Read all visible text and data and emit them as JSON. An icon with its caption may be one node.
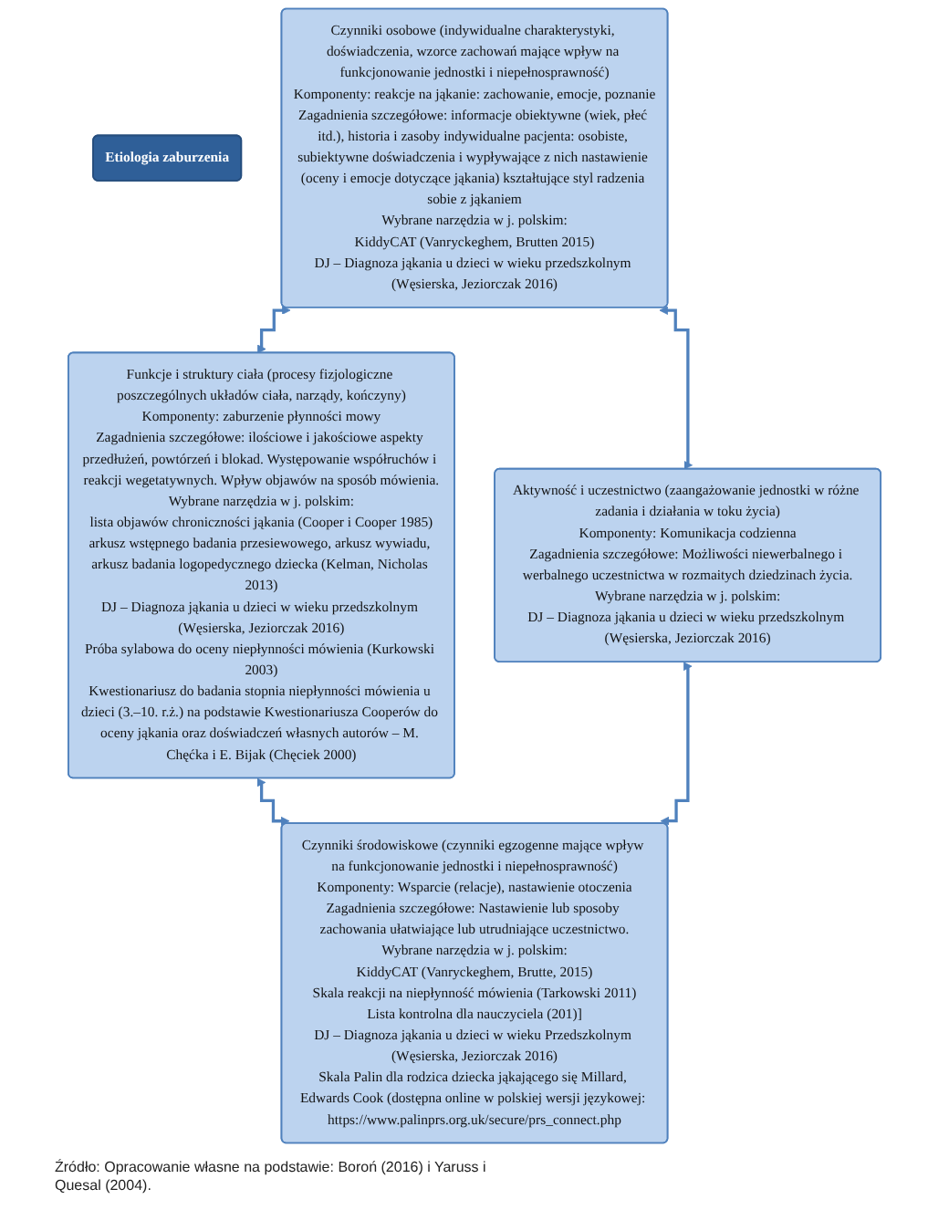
{
  "diagram": {
    "nodes": [
      {
        "text": [
          "Etiologia zaburzenia"
        ]
      },
      {
        "text": [
          "Funkcje i struktury ciała (procesy fizjologiczne poszczególnych układów ciała, narządy, kończyny)",
          "Komponenty: zaburzenie płynności mowy",
          "Zagadnienia szczegółowe: ilościowe i jakościowe aspekty przedłużeń, powtórzeń i blokad. Występowanie współruchów i reakcji wegetatywnych. Wpływ objawów na sposób mówienia.",
          "Wybrane narzędzia w j. polskim:",
          "lista objawów chroniczności jąkania (Cooper i Cooper 1985)",
          "arkusz wstępnego badania przesiewowego, arkusz wywiadu, arkusz badania logopedycznego dziecka (Kelman, Nicholas 2013)",
          "DJ – Diagnoza jąkania u dzieci w wieku przedszkolnym (Węsierska, Jeziorczak 2016)",
          "Próba sylabowa do oceny niepłynności mówienia (Kurkowski 2003)",
          "Kwestionariusz do badania stopnia niepłynności mówienia u dzieci (3.–10. r.ż.) na podstawie Kwestionariusza Cooperów do oceny jąkania oraz doświadczeń własnych autorów – M. Chęćka i E. Bijak (Chęciek 2000)"
        ]
      },
      {
        "text": [
          "Czynniki osobowe (indywidualne charakterystyki, doświadczenia, wzorce zachowań mające wpływ na funkcjonowanie jednostki i niepełnosprawność)",
          "Komponenty: reakcje na jąkanie: zachowanie, emocje, poznanie",
          "Zagadnienia szczegółowe: informacje obiektywne (wiek, płeć itd.), historia i zasoby indywidualne pacjenta: osobiste, subiektywne doświadczenia i wypływające z nich nastawienie (oceny i emocje dotyczące jąkania) kształtujące styl radzenia sobie z jąkaniem",
          "Wybrane narzędzia w j. polskim:",
          "KiddyCAT (Vanryckeghem, Brutten 2015)",
          "DJ – Diagnoza jąkania u dzieci w wieku przedszkolnym (Węsierska, Jeziorczak 2016)"
        ]
      },
      {
        "text": [
          "Aktywność i uczestnictwo (zaangażowanie jednostki w różne zadania i działania w toku życia)",
          "Komponenty: Komunikacja codzienna",
          "Zagadnienia szczegółowe: Możliwości niewerbalnego i werbalnego uczestnictwa w rozmaitych dziedzinach życia.",
          "Wybrane narzędzia w j. polskim:",
          "DJ – Diagnoza jąkania u dzieci w wieku przedszkolnym (Węsierska, Jeziorczak 2016)"
        ]
      },
      {
        "text": [
          "Czynniki środowiskowe (czynniki egzogenne mające wpływ na funkcjonowanie jednostki i niepełnosprawność)",
          "Komponenty: Wsparcie (relacje), nastawienie otoczenia",
          "Zagadnienia szczegółowe: Nastawienie lub sposoby zachowania ułatwiające lub utrudniające uczestnictwo.",
          "Wybrane narzędzia w j. polskim:",
          "KiddyCAT (Vanryckeghem, Brutte, 2015)",
          "Skala reakcji na niepłynność mówienia (Tarkowski 2011)",
          "Lista kontrolna dla nauczyciela (201)]",
          "DJ – Diagnoza jąkania u dzieci w wieku Przedszkolnym (Węsierska, Jeziorczak 2016)",
          "Skala Palin dla rodzica dziecka jąkającego się Millard, Edwards Cook (dostępna online w polskiej wersji językowej: https://www.palinprs.org.uk/secure/prs_connect.php"
        ]
      }
    ],
    "edges": [
      {
        "from": 2,
        "to": 1,
        "arrow": "both"
      },
      {
        "from": 2,
        "to": 3,
        "arrow": "both"
      },
      {
        "from": 1,
        "to": 4,
        "arrow": "both"
      },
      {
        "from": 3,
        "to": 4,
        "arrow": "both"
      }
    ],
    "caption": "Źródło: Opracowanie własne na podstawie: Boroń (2016) i Yaruss i Quesal (2004)."
  }
}
